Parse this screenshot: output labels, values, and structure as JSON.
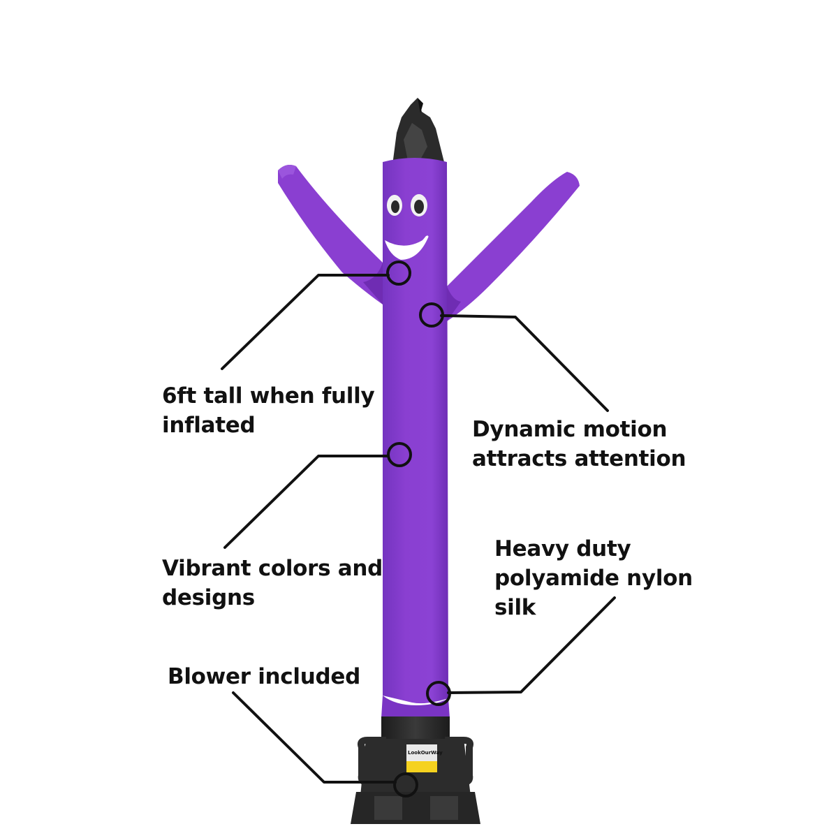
{
  "product": {
    "name": "purple-air-dancer",
    "body_color": "#8a3fd1",
    "body_shadow": "#6f2cb3",
    "blower_color": "#2a2a2a",
    "label_color": "#f5d21f",
    "line_color": "#111111"
  },
  "blower": {
    "brand": "LookOurWay"
  },
  "callouts": {
    "tall": [
      "6ft tall when fully",
      "inflated"
    ],
    "motion": [
      "Dynamic motion",
      "attracts attention"
    ],
    "colors": [
      "Vibrant colors and",
      "designs"
    ],
    "nylon": [
      "Heavy duty",
      "polyamide nylon",
      "silk"
    ],
    "blower": [
      "Blower included"
    ]
  }
}
